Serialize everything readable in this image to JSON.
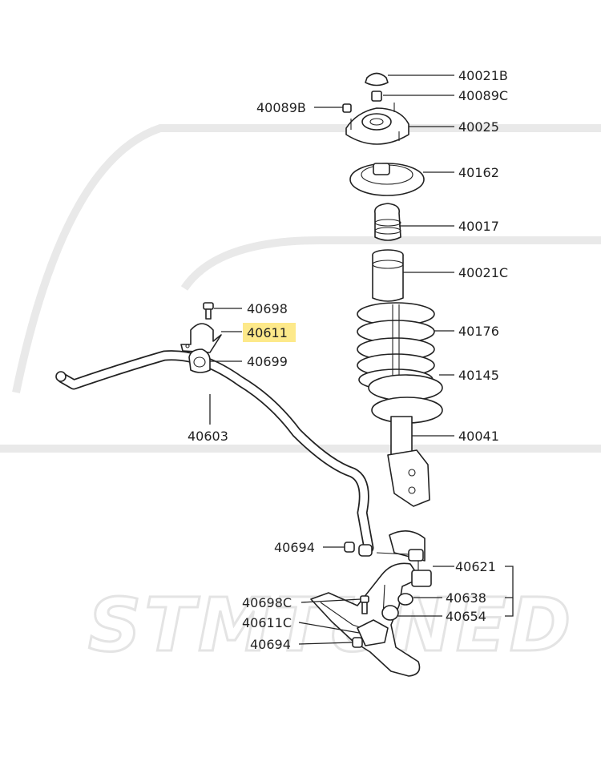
{
  "diagram": {
    "watermark_text": "STMTUNED",
    "highlight_color": "#fde98a",
    "line_color": "#222222",
    "labels": {
      "p40021B": "40021B",
      "p40089C": "40089C",
      "p40089B": "40089B",
      "p40025": "40025",
      "p40162": "40162",
      "p40017": "40017",
      "p40021C": "40021C",
      "p40698": "40698",
      "p40611": "40611",
      "p40699": "40699",
      "p40176": "40176",
      "p40145": "40145",
      "p40603": "40603",
      "p40041": "40041",
      "p40694a": "40694",
      "p40621": "40621",
      "p40698C": "40698C",
      "p40638": "40638",
      "p40611C": "40611C",
      "p40654": "40654",
      "p40694b": "40694"
    }
  }
}
